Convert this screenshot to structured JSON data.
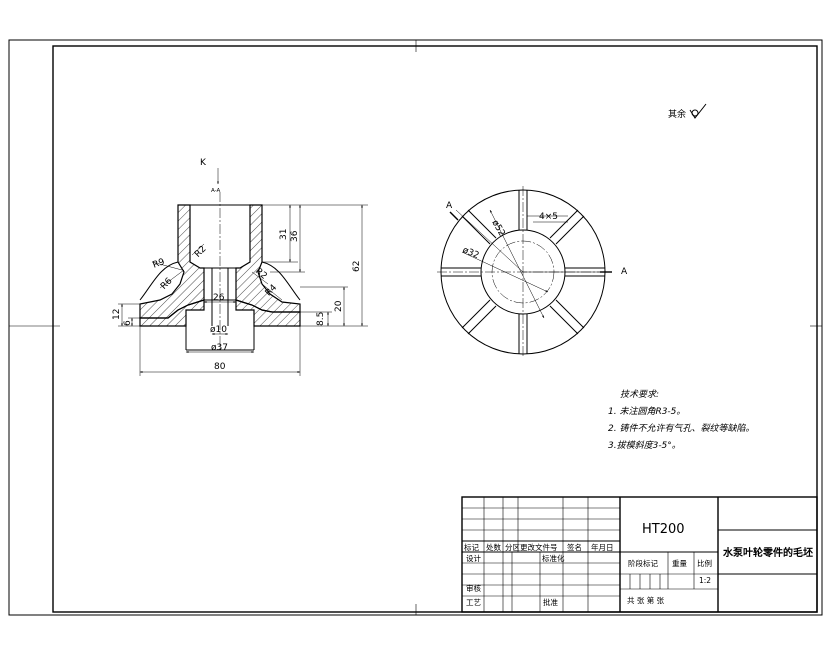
{
  "drawing": {
    "section_label": "A-A",
    "view_arrow_label": "K",
    "cut_label_a": "A",
    "surface_finish_label": "其余"
  },
  "dimensions": {
    "r9": "R9",
    "r2_left": "R2",
    "r6": "R6",
    "r2_right": "R2",
    "r4": "R4",
    "d26": "26",
    "d10": "ø10",
    "d37": "ø37",
    "d80": "80",
    "d12": "12",
    "d6": "6",
    "d31": "31",
    "d36": "36",
    "d62": "62",
    "d20": "20",
    "d8_5": "8.5",
    "d4x5": "4×5",
    "d52": "ø52",
    "d32": "ø32"
  },
  "notes": {
    "heading": "技术要求:",
    "items": [
      "1. 未注圆角R3-5。",
      "2. 铸件不允许有气孔、裂纹等缺陷。",
      "3.拔模斜度3-5°。"
    ]
  },
  "title_block": {
    "material": "HT200",
    "part_name": "水泵叶轮零件的毛坯",
    "headers": [
      "标记",
      "处数",
      "分区",
      "更改文件号",
      "签名",
      "年月日"
    ],
    "row_design": "设计",
    "row_standard": "标准化",
    "row_review": "审核",
    "row_process": "工艺",
    "row_approve": "批准",
    "stage_mark": "阶段标记",
    "weight": "重量",
    "scale": "比例",
    "scale_value": "1:2",
    "sheets": "共  张  第  张"
  }
}
